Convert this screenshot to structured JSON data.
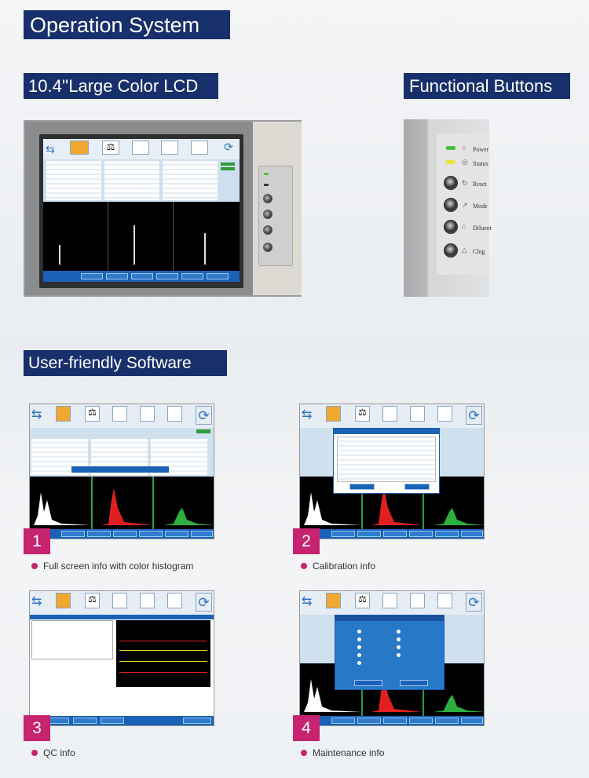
{
  "headers": {
    "operation": "Operation System",
    "lcd": "10.4''Large Color LCD",
    "functional": "Functional Buttons",
    "software": "User-friendly Software"
  },
  "functional_buttons": [
    {
      "label": "Power",
      "led": "#49c23f"
    },
    {
      "label": "Status",
      "led": "#e9e23a"
    },
    {
      "label": "Reset"
    },
    {
      "label": "Mode"
    },
    {
      "label": "Diluent"
    },
    {
      "label": "Clog"
    }
  ],
  "screenshots": [
    {
      "number": "1",
      "caption": "Full screen info with color histogram"
    },
    {
      "number": "2",
      "caption": "Calibration info"
    },
    {
      "number": "3",
      "caption": "QC info"
    },
    {
      "number": "4",
      "caption": "Maintenance info"
    }
  ],
  "colors": {
    "header_bg": "#17306b",
    "badge": "#c6246f",
    "ui_blue": "#1a62b8"
  }
}
